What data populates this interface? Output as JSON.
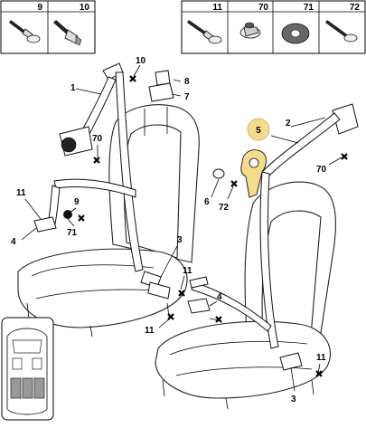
{
  "fastener_boxes": {
    "left": [
      {
        "label": "9",
        "icon": "bolt-icon"
      },
      {
        "label": "10",
        "icon": "hex-bolt-icon"
      }
    ],
    "right": [
      {
        "label": "11",
        "icon": "bolt-icon"
      },
      {
        "label": "70",
        "icon": "flanged-nut-icon"
      },
      {
        "label": "71",
        "icon": "washer-icon"
      },
      {
        "label": "72",
        "icon": "screw-icon"
      }
    ]
  },
  "callouts": {
    "c1": "1",
    "c10": "10",
    "c8": "8",
    "c7": "7",
    "c70a": "70",
    "c11a": "11",
    "c9": "9",
    "c71": "71",
    "c4a": "4",
    "c3a": "3",
    "c11b": "11",
    "c11c": "11",
    "c5": "5",
    "c2": "2",
    "c70b": "70",
    "c6": "6",
    "c72": "72",
    "c4b": "4",
    "c11d": "11",
    "c3b": "3"
  },
  "colors": {
    "highlight": "#f5dc8c",
    "line": "#000000",
    "legend_fill": "#999999"
  }
}
